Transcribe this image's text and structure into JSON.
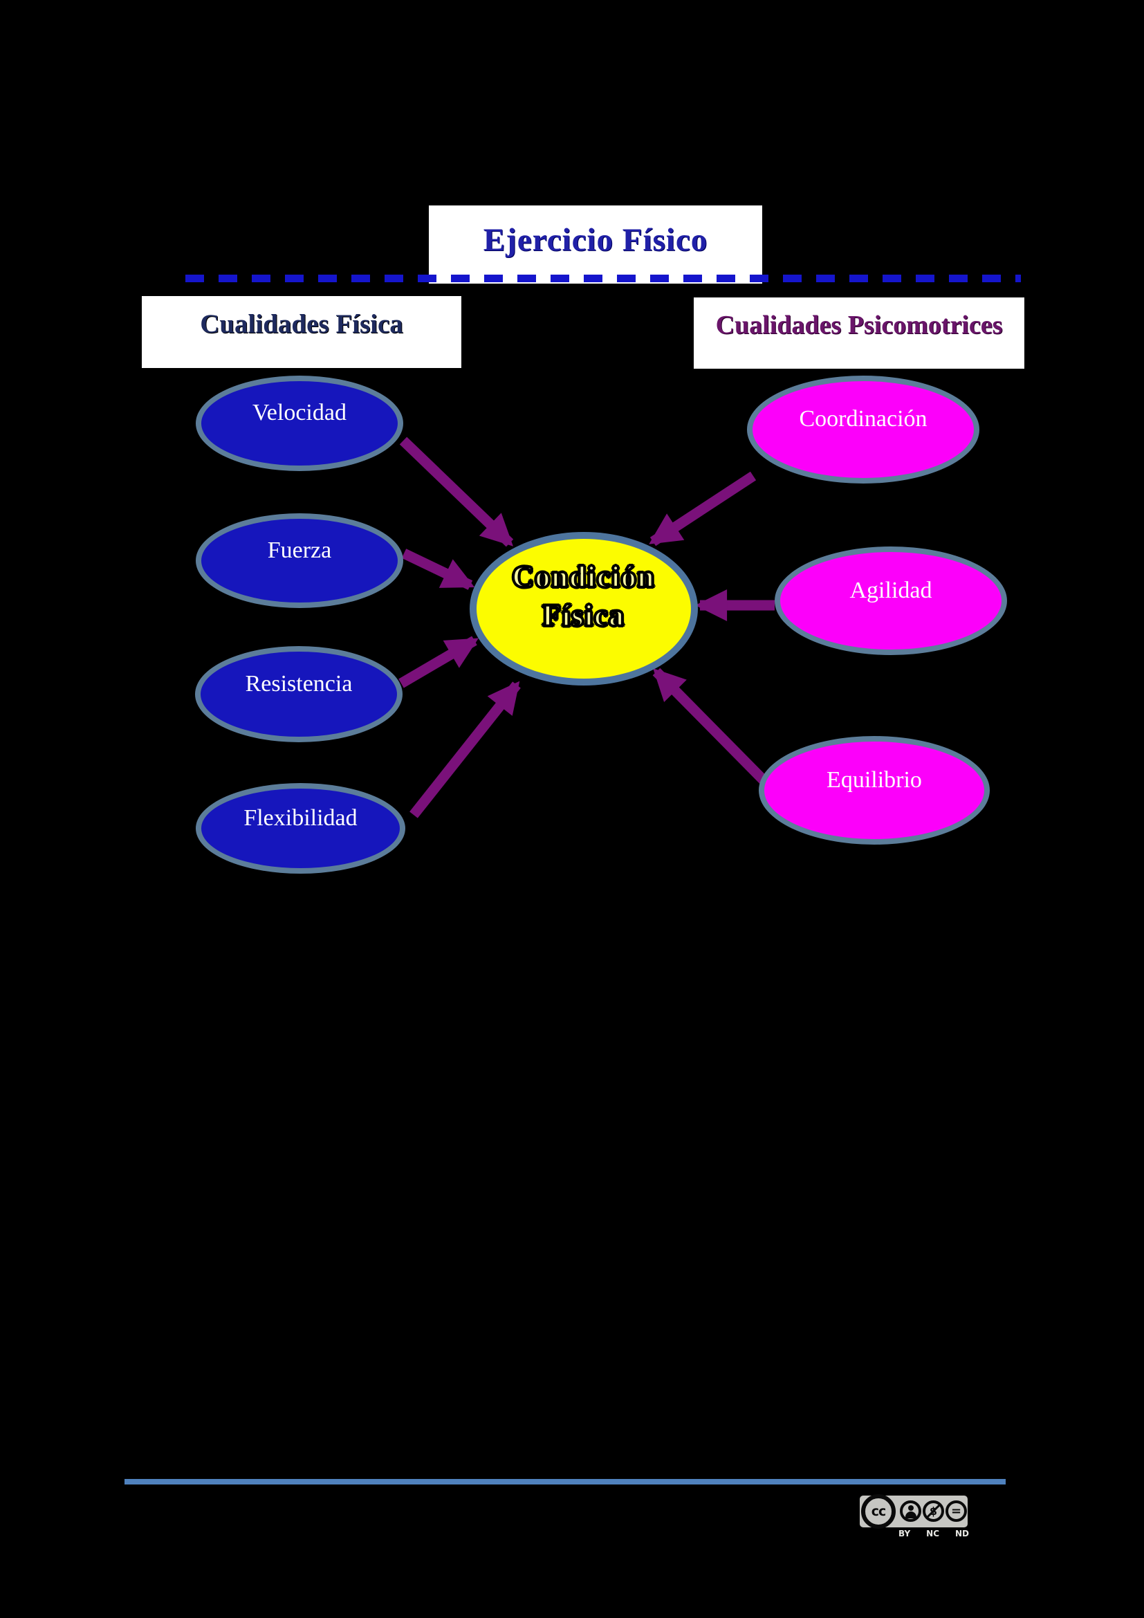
{
  "title": {
    "label": "Ejercicio Físico"
  },
  "headers": {
    "left": "Cualidades Física",
    "right": "Cualidades Psicomotrices"
  },
  "nodes": {
    "left": [
      {
        "label": "Velocidad"
      },
      {
        "label": "Fuerza"
      },
      {
        "label": "Resistencia"
      },
      {
        "label": "Flexibilidad"
      }
    ],
    "right": [
      {
        "label": "Coordinación"
      },
      {
        "label": "Agilidad"
      },
      {
        "label": "Equilibrio"
      }
    ],
    "center": {
      "line1": "Condición",
      "line2": "Física"
    }
  },
  "footer": {
    "license": {
      "logo": "cc",
      "by": "BY",
      "nc": "NC",
      "nd": "ND",
      "nc_symbol": "$",
      "nd_symbol": "="
    }
  },
  "colors": {
    "background": "#000000",
    "title_text": "#2020A8",
    "header_left_text": "#1E2A5E",
    "header_right_text": "#6A156A",
    "panel": "#FFFFFF",
    "blue_node": "#1616BC",
    "magenta_node": "#FC00FA",
    "center_node": "#FCFC00",
    "node_border": "#5C7D9A",
    "arrow": "#7A117A",
    "dashed_line": "#1515CC",
    "footer_rule": "#4F81BD"
  }
}
